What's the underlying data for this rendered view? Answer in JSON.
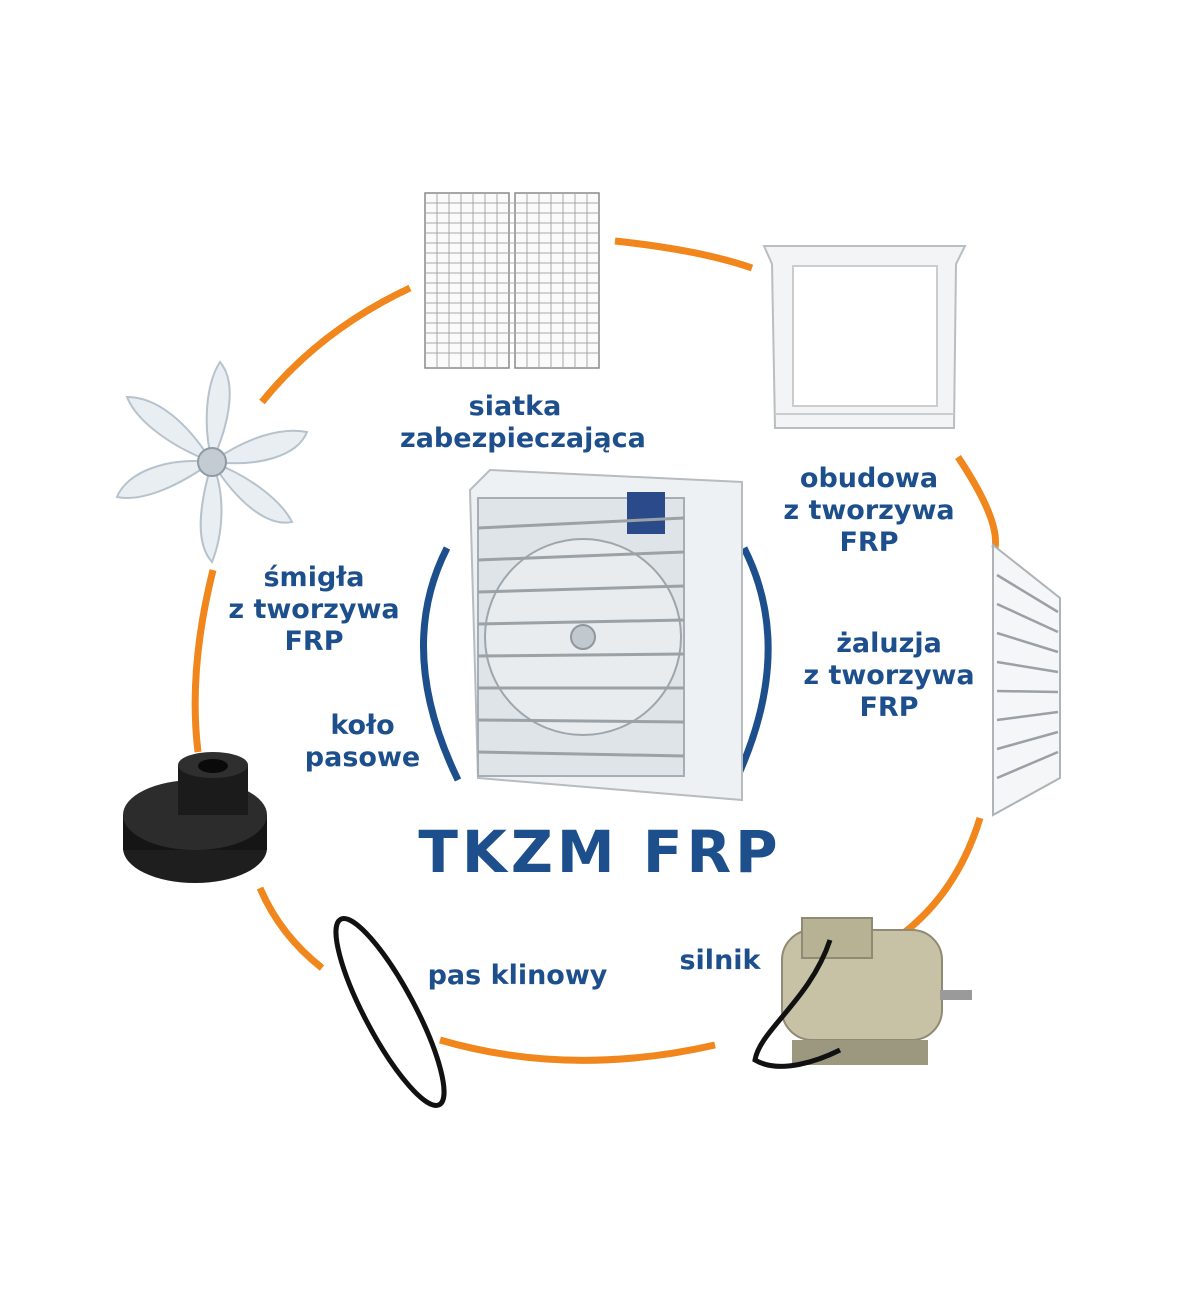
{
  "title": "TKZM FRP",
  "colors": {
    "ring": "#f0861c",
    "accent": "#1d4f8c",
    "text": "#1d4f8c"
  },
  "labels": {
    "mesh": [
      "siatka",
      "zabezpieczająca"
    ],
    "housing": [
      "obudowa",
      "z tworzywa",
      "FRP"
    ],
    "louver": [
      "żaluzja",
      "z tworzywa",
      "FRP"
    ],
    "propeller": [
      "śmigła",
      "z tworzywa",
      "FRP"
    ],
    "pulley": [
      "koło",
      "pasowe"
    ],
    "belt": [
      "pas klinowy"
    ],
    "motor": [
      "silnik"
    ]
  },
  "icons": [
    "safety-mesh-icon",
    "housing-frame-icon",
    "louver-panel-icon",
    "propeller-icon",
    "pulley-icon",
    "v-belt-icon",
    "motor-icon",
    "fan-unit-icon"
  ]
}
